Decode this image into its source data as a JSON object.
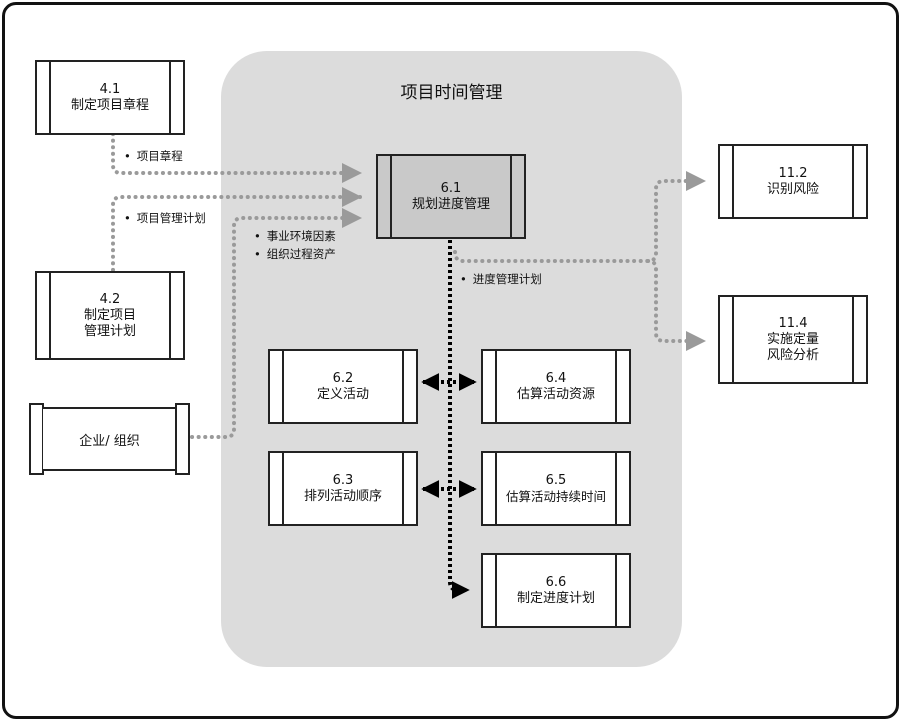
{
  "diagram": {
    "group_title": "项目时间管理",
    "processes": [
      {
        "id": "4.1",
        "number": "4.1",
        "lines": [
          "制定项目章程"
        ]
      },
      {
        "id": "4.2",
        "number": "4.2",
        "lines": [
          "制定项目",
          "管理计划"
        ]
      },
      {
        "id": "6.1",
        "number": "6.1",
        "lines": [
          "规划进度管理"
        ],
        "highlighted": true
      },
      {
        "id": "6.2",
        "number": "6.2",
        "lines": [
          "定义活动"
        ]
      },
      {
        "id": "6.3",
        "number": "6.3",
        "lines": [
          "排列活动顺序"
        ]
      },
      {
        "id": "6.4",
        "number": "6.4",
        "lines": [
          "估算活动资源"
        ]
      },
      {
        "id": "6.5",
        "number": "6.5",
        "lines": [
          "估算活动持续时间"
        ]
      },
      {
        "id": "6.6",
        "number": "6.6",
        "lines": [
          "制定进度计划"
        ]
      },
      {
        "id": "11.2",
        "number": "11.2",
        "lines": [
          "识别风险"
        ]
      },
      {
        "id": "11.4",
        "number": "11.4",
        "lines": [
          "实施定量",
          "风险分析"
        ]
      }
    ],
    "enterprise": {
      "label": "企业/ 组织"
    },
    "notes": {
      "charter": "项目章程",
      "pm_plan": "项目管理计划",
      "eef": "事业环境因素",
      "opa": "组织过程资产",
      "schedule_plan": "进度管理计划"
    },
    "flows": [
      {
        "from": "4.1",
        "to": "6.1",
        "label": "项目章程",
        "style": "grey-dotted"
      },
      {
        "from": "4.2",
        "to": "6.1",
        "label": "项目管理计划",
        "style": "grey-dotted"
      },
      {
        "from": "企业/组织",
        "to": "6.1",
        "label": "事业环境因素; 组织过程资产",
        "style": "grey-dotted"
      },
      {
        "from": "6.1",
        "to": "11.2",
        "label": "进度管理计划",
        "style": "grey-dotted"
      },
      {
        "from": "6.1",
        "to": "11.4",
        "label": "进度管理计划",
        "style": "grey-dotted"
      },
      {
        "from": "6.1",
        "to": "6.2",
        "style": "black-dotted"
      },
      {
        "from": "6.1",
        "to": "6.3",
        "style": "black-dotted"
      },
      {
        "from": "6.1",
        "to": "6.4",
        "style": "black-dotted"
      },
      {
        "from": "6.1",
        "to": "6.5",
        "style": "black-dotted"
      },
      {
        "from": "6.1",
        "to": "6.6",
        "style": "black-dotted"
      }
    ],
    "colors": {
      "panel": "#dcdcdc",
      "highlight_box": "#c9c9c9",
      "grey_flow": "#9a9a9a",
      "black_flow": "#000000"
    }
  }
}
